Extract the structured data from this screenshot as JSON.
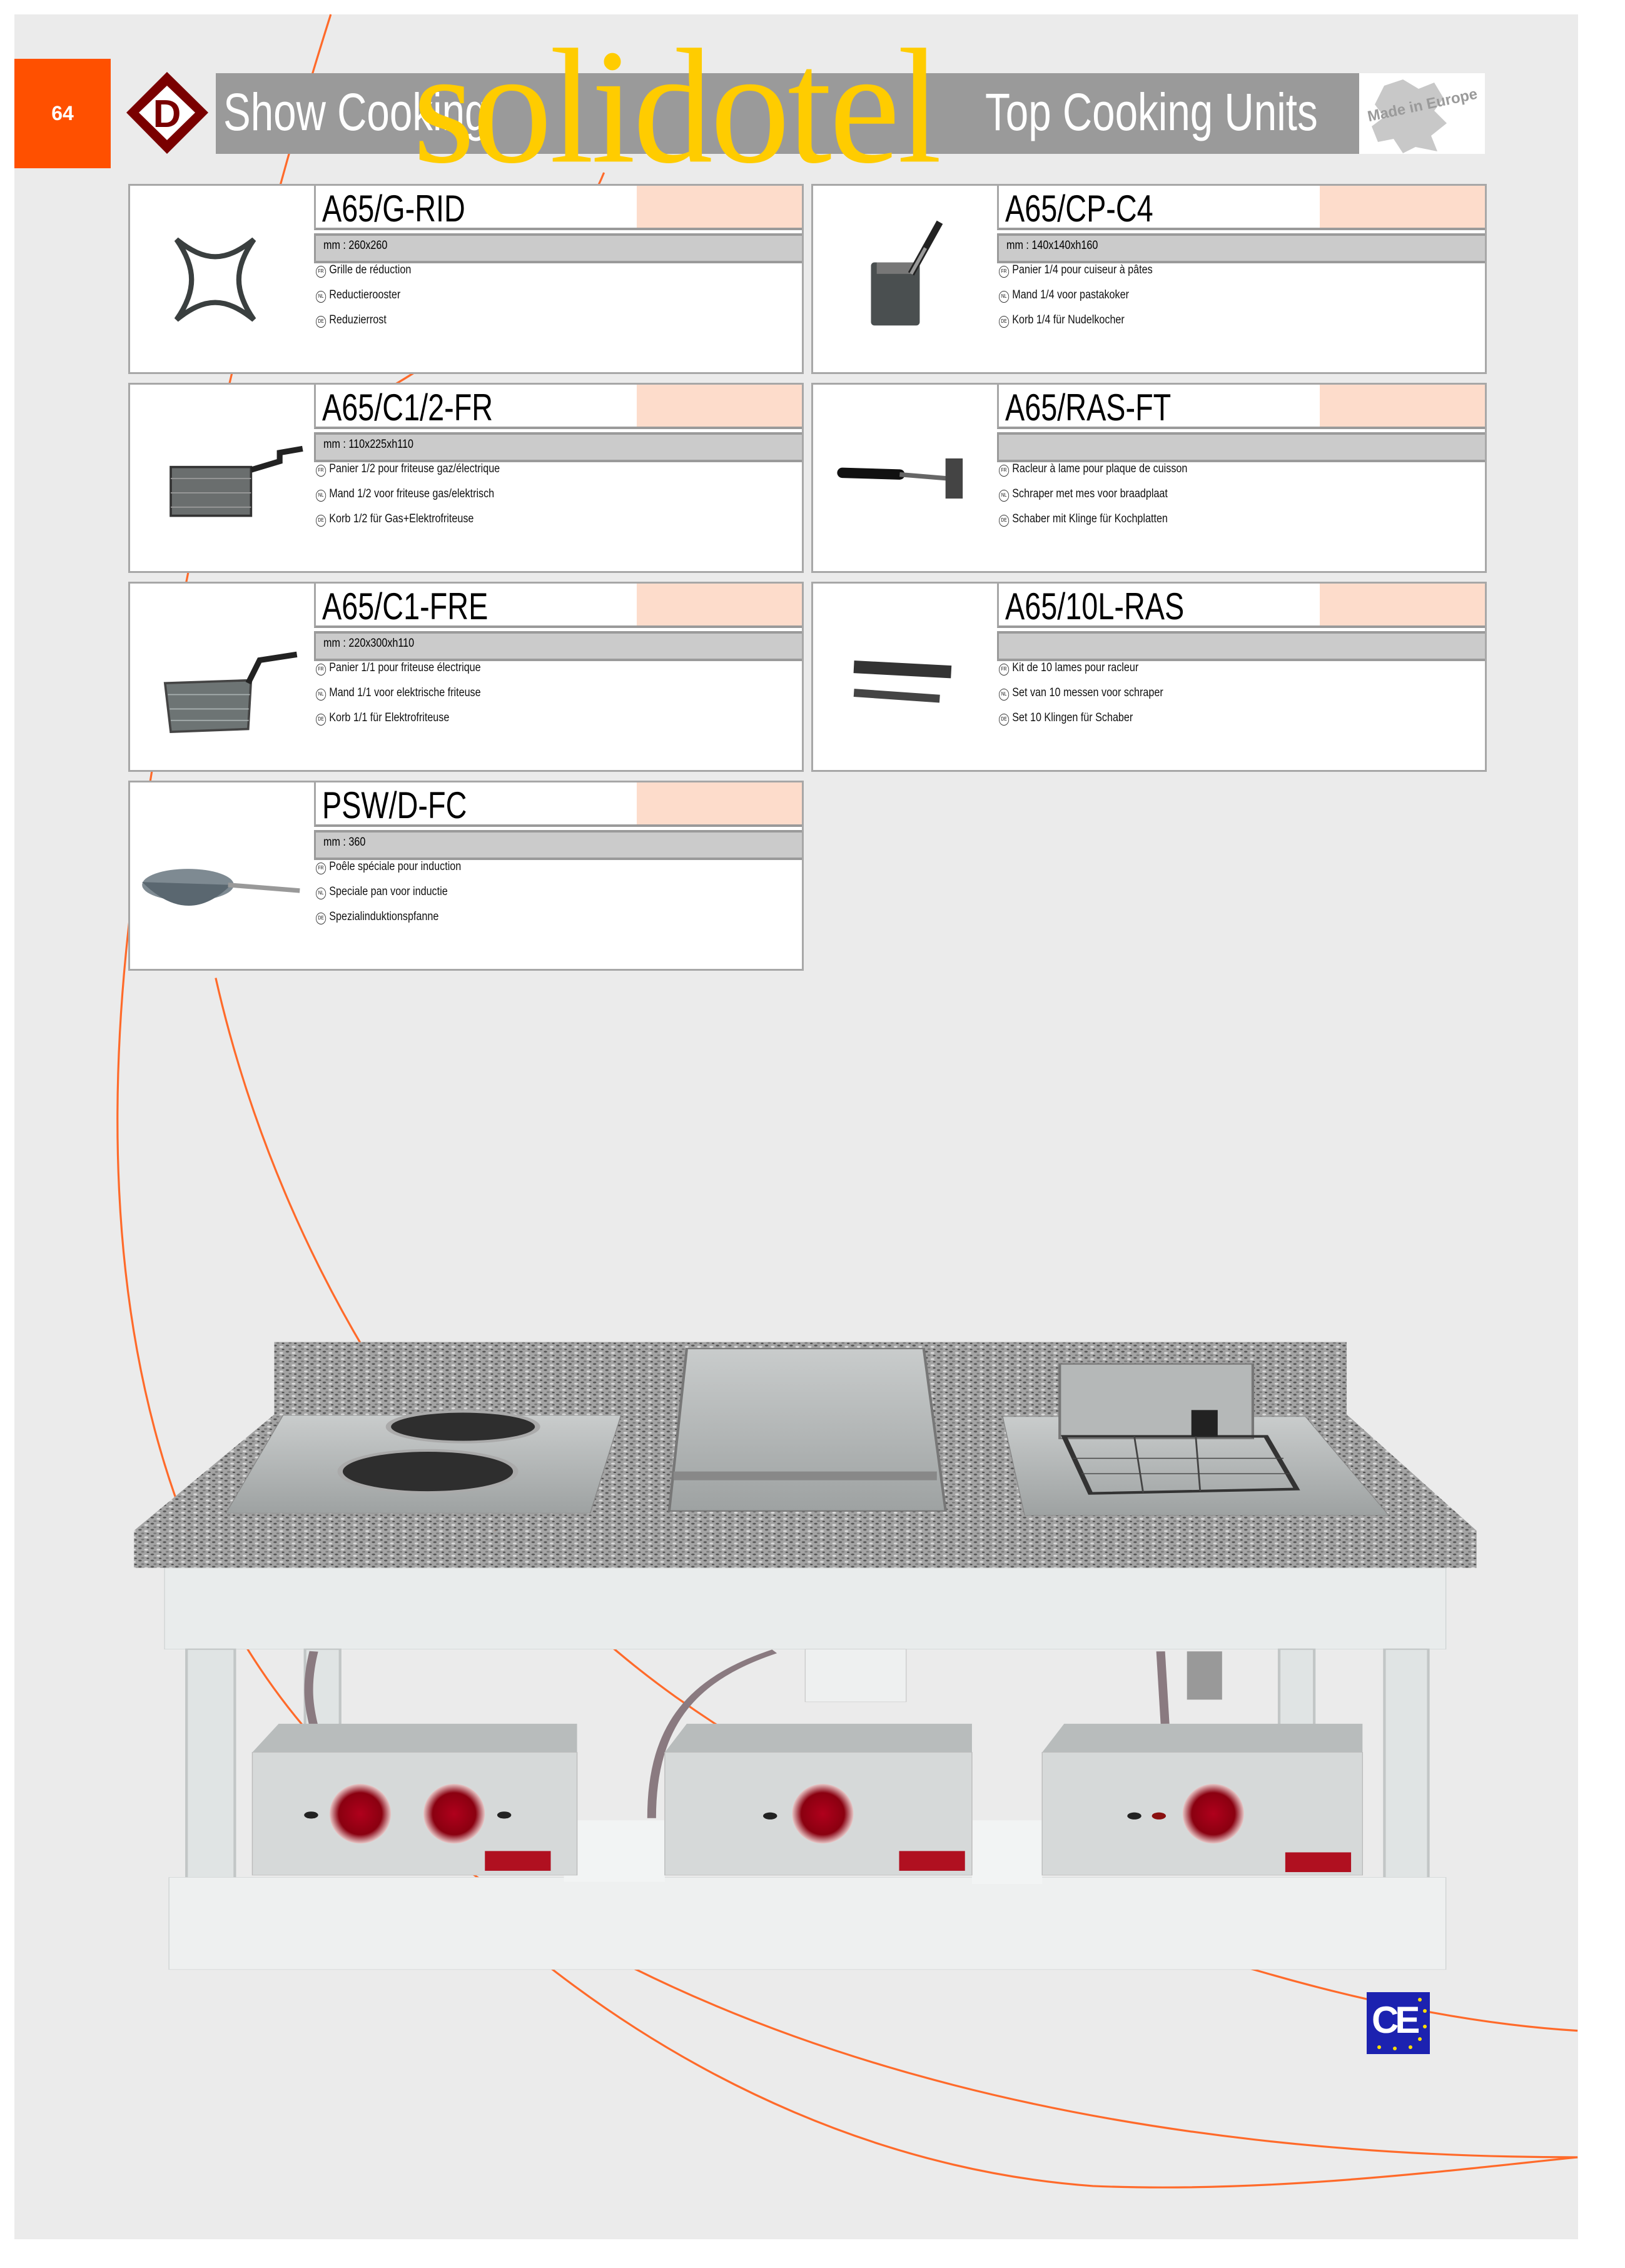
{
  "header": {
    "page_number": "64",
    "title_left": "Show Cooking",
    "title_right": "Top Cooking Units",
    "made_in": "Made in Europe",
    "watermark": "solidotel",
    "brand_logo": "D"
  },
  "colors": {
    "accent": "#ff5000",
    "bar": "#9a9a9a",
    "peach": "#fddccb",
    "watermark": "#ffcc00",
    "logo": "#7a0000"
  },
  "products": [
    {
      "code": "A65/G-RID",
      "dims": "mm : 260x260",
      "icon": "reduction-grill-icon",
      "lines": [
        {
          "lang": "FR",
          "text": "Grille de réduction"
        },
        {
          "lang": "NL",
          "text": "Reductierooster"
        },
        {
          "lang": "DE",
          "text": "Reduzierrost"
        }
      ]
    },
    {
      "code": "A65/CP-C4",
      "dims": "mm : 140x140xh160",
      "icon": "pasta-basket-icon",
      "lines": [
        {
          "lang": "FR",
          "text": "Panier 1/4 pour cuiseur à pâtes"
        },
        {
          "lang": "NL",
          "text": "Mand 1/4 voor pastakoker"
        },
        {
          "lang": "DE",
          "text": "Korb 1/4 für Nudelkocher"
        }
      ]
    },
    {
      "code": "A65/C1/2-FR",
      "dims": "mm : 110x225xh110",
      "icon": "half-fryer-basket-icon",
      "lines": [
        {
          "lang": "FR",
          "text": "Panier 1/2 pour friteuse gaz/électrique"
        },
        {
          "lang": "NL",
          "text": "Mand 1/2 voor friteuse gas/elektrisch"
        },
        {
          "lang": "DE",
          "text": "Korb 1/2 für Gas+Elektrofriteuse"
        }
      ]
    },
    {
      "code": "A65/RAS-FT",
      "dims": "",
      "icon": "scraper-icon",
      "lines": [
        {
          "lang": "FR",
          "text": "Racleur à lame pour plaque de cuisson"
        },
        {
          "lang": "NL",
          "text": "Schraper met mes voor braadplaat"
        },
        {
          "lang": "DE",
          "text": "Schaber mit Klinge für Kochplatten"
        }
      ]
    },
    {
      "code": "A65/C1-FRE",
      "dims": "mm : 220x300xh110",
      "icon": "fryer-basket-icon",
      "lines": [
        {
          "lang": "FR",
          "text": "Panier 1/1 pour friteuse électrique"
        },
        {
          "lang": "NL",
          "text": "Mand 1/1 voor elektrische friteuse"
        },
        {
          "lang": "DE",
          "text": "Korb 1/1 für Elektrofriteuse"
        }
      ]
    },
    {
      "code": "A65/10L-RAS",
      "dims": "",
      "icon": "scraper-blades-icon",
      "lines": [
        {
          "lang": "FR",
          "text": "Kit de 10 lames pour racleur"
        },
        {
          "lang": "NL",
          "text": "Set van 10 messen voor schraper"
        },
        {
          "lang": "DE",
          "text": "Set 10 Klingen für Schaber"
        }
      ]
    },
    {
      "code": "PSW/D-FC",
      "dims": "mm : 360",
      "icon": "wok-pan-icon",
      "lines": [
        {
          "lang": "FR",
          "text": "Poêle spéciale pour induction"
        },
        {
          "lang": "NL",
          "text": "Speciale pan voor inductie"
        },
        {
          "lang": "DE",
          "text": "Spezialinduktionspfanne"
        }
      ]
    }
  ],
  "footer": {
    "ce_mark": "CE"
  }
}
